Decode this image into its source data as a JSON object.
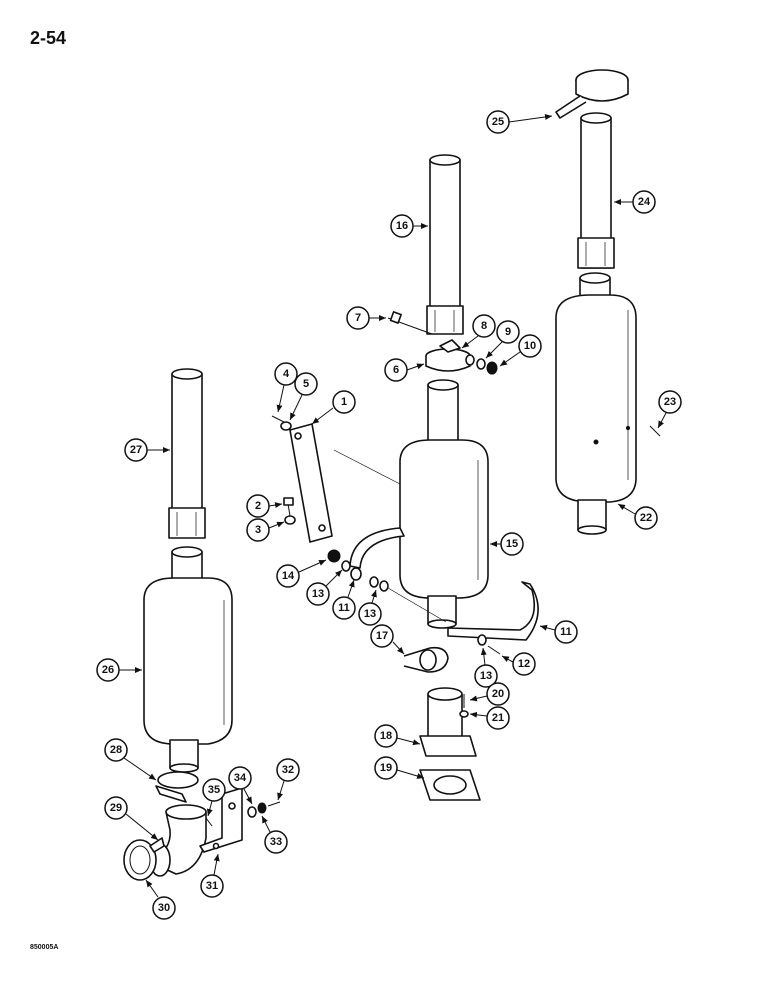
{
  "page_number": "2-54",
  "figure_code": "850005A",
  "callouts": [
    "1",
    "2",
    "3",
    "4",
    "5",
    "6",
    "7",
    "8",
    "9",
    "10",
    "11",
    "12",
    "13",
    "14",
    "15",
    "16",
    "17",
    "18",
    "19",
    "20",
    "21",
    "22",
    "23",
    "24",
    "25",
    "26",
    "27",
    "28",
    "29",
    "30",
    "31",
    "32",
    "33",
    "34",
    "35"
  ]
}
